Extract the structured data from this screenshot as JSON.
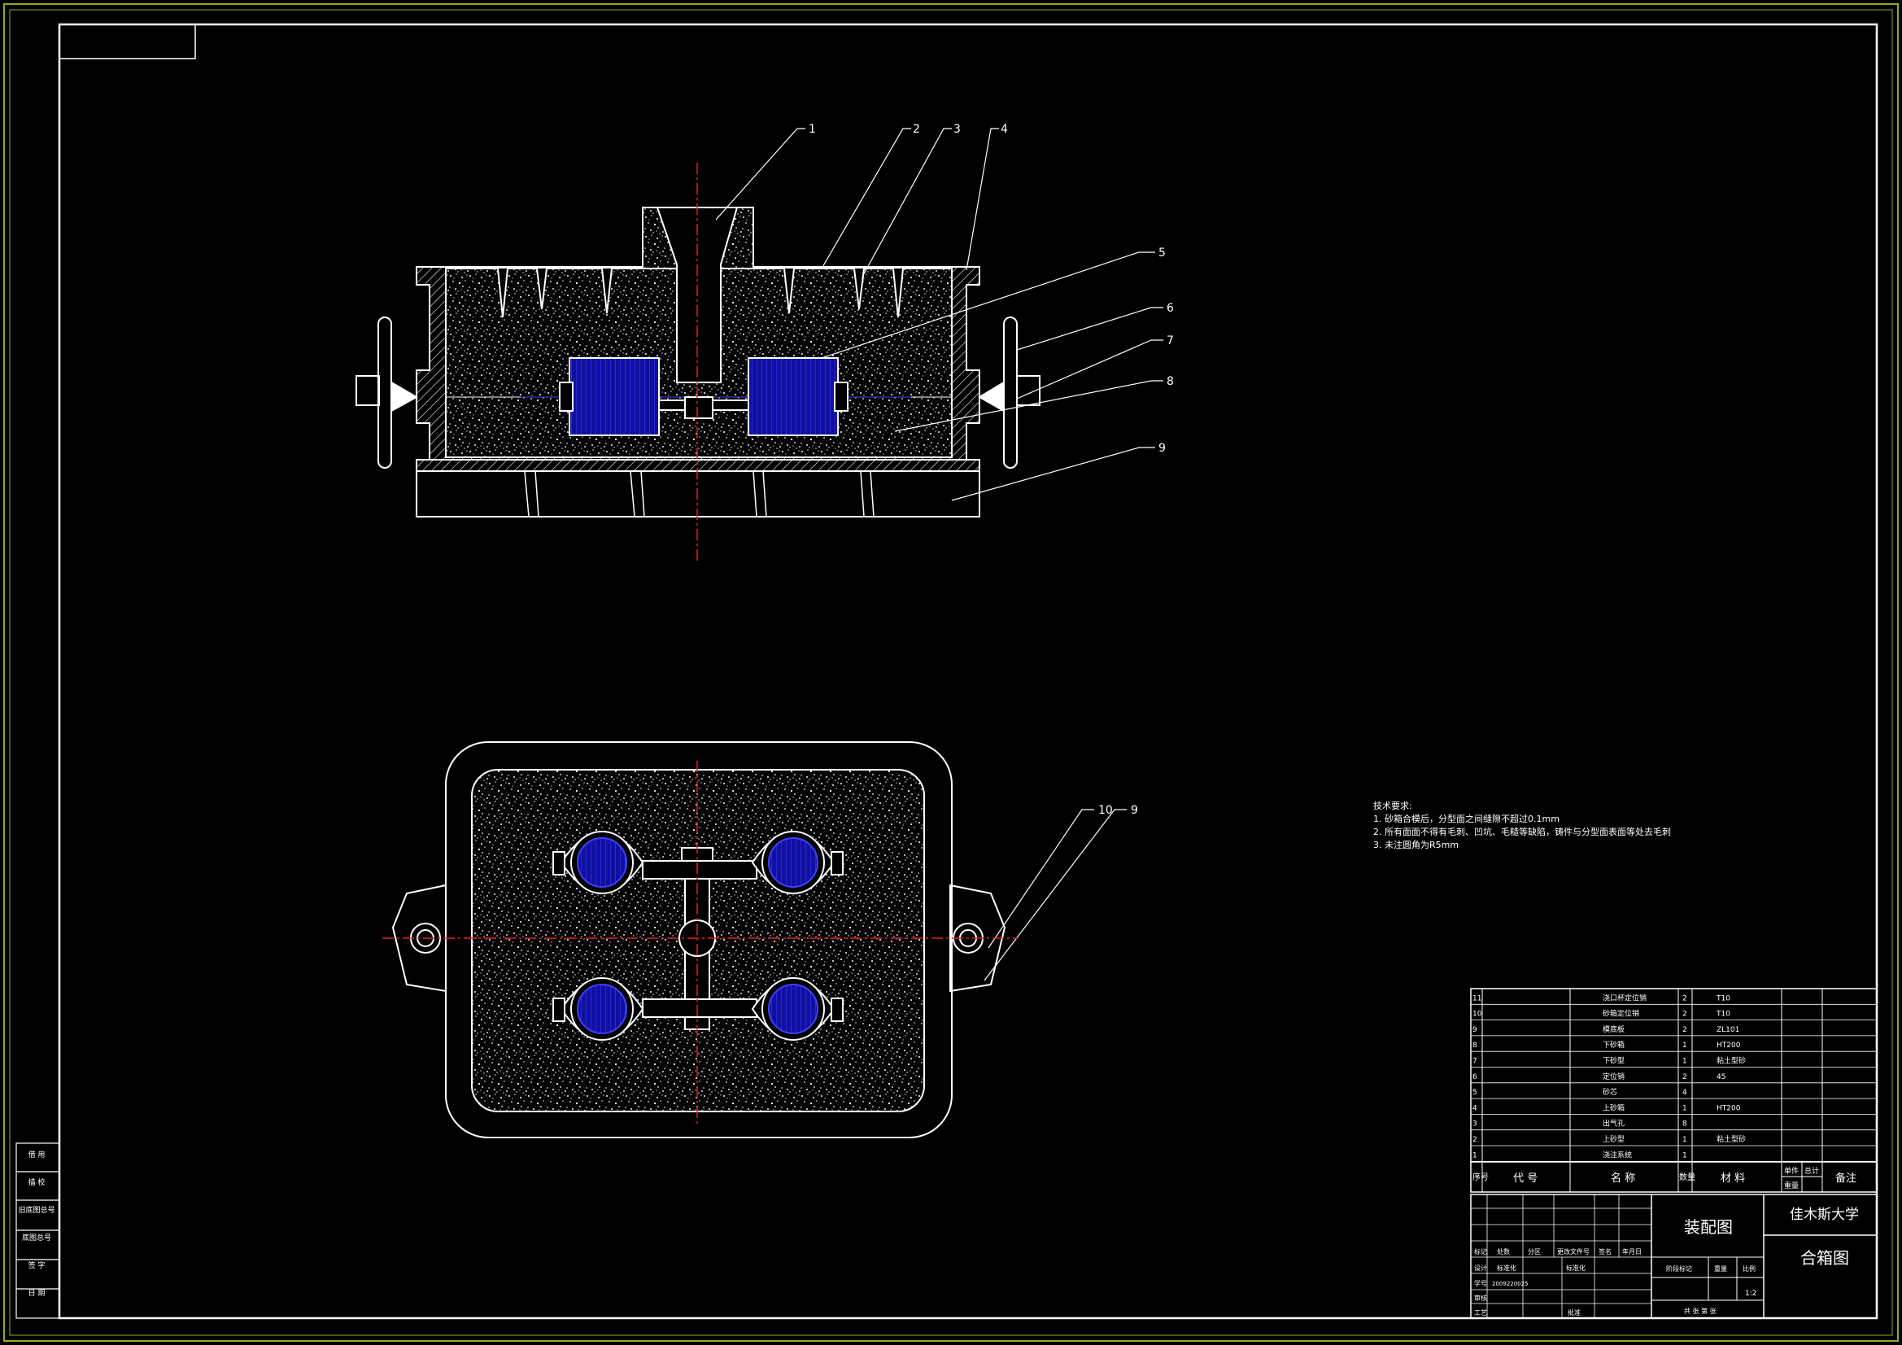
{
  "callouts": {
    "top": [
      "1",
      "2",
      "3",
      "4",
      "5",
      "6",
      "7",
      "8",
      "9"
    ],
    "bottom": [
      "10",
      "9"
    ]
  },
  "notes": {
    "heading": "技术要求:",
    "items": [
      "1. 砂箱合模后，分型面之间缝隙不超过0.1mm",
      "2. 所有面面不得有毛刺、凹坑、毛糙等缺陷，铸件与分型面表面等处去毛刺",
      "3. 未注圆角为R5mm"
    ]
  },
  "bom": {
    "rows": [
      {
        "no": "11",
        "name": "浇口杯定位销",
        "qty": "2",
        "material": "T10"
      },
      {
        "no": "10",
        "name": "砂箱定位销",
        "qty": "2",
        "material": "T10"
      },
      {
        "no": "9",
        "name": "模底板",
        "qty": "2",
        "material": "ZL101"
      },
      {
        "no": "8",
        "name": "下砂箱",
        "qty": "1",
        "material": "HT200"
      },
      {
        "no": "7",
        "name": "下砂型",
        "qty": "1",
        "material": "粘土型砂"
      },
      {
        "no": "6",
        "name": "定位销",
        "qty": "2",
        "material": "45"
      },
      {
        "no": "5",
        "name": "砂芯",
        "qty": "4",
        "material": ""
      },
      {
        "no": "4",
        "name": "上砂箱",
        "qty": "1",
        "material": "HT200"
      },
      {
        "no": "3",
        "name": "出气孔",
        "qty": "8",
        "material": ""
      },
      {
        "no": "2",
        "name": "上砂型",
        "qty": "1",
        "material": "粘土型砂"
      },
      {
        "no": "1",
        "name": "浇注系统",
        "qty": "1",
        "material": ""
      }
    ],
    "header": {
      "no": "序号",
      "code": "代 号",
      "name": "名 称",
      "qty": "数量",
      "material": "材 料",
      "single": "单件",
      "total": "总计",
      "weight": "重量",
      "remark": "备注"
    }
  },
  "title_block": {
    "drawing_title": "装配图",
    "university": "佳木斯大学",
    "part_name": "合箱图",
    "scale_value": "1:2",
    "labels": {
      "mark": "标记",
      "count": "处数",
      "zone": "分区",
      "doc": "更改文件号",
      "sign": "签名",
      "date": "年月日",
      "design": "设计",
      "std": "标准化",
      "stage": "阶段标记",
      "weight": "重量",
      "scale": "比例",
      "check": "审核",
      "process": "工艺",
      "approve": "批准",
      "sheets": "共 张 第 张",
      "student_no": "学号",
      "student_val": "2009220025"
    }
  },
  "side_labels": [
    "借 用",
    "描 校",
    "旧底图总号",
    "底图总号",
    "签 字",
    "日 期"
  ]
}
